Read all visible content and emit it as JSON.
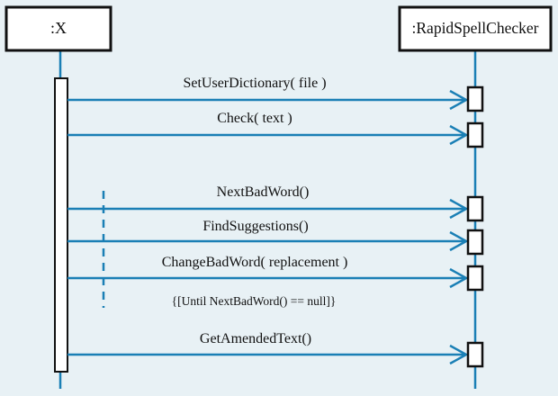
{
  "diagram": {
    "type": "sequence",
    "participants": [
      {
        "id": "x",
        "label": ":X"
      },
      {
        "id": "rsc",
        "label": ":RapidSpellChecker"
      }
    ],
    "messages": [
      {
        "id": "set-user-dictionary",
        "label": "SetUserDictionary( file )"
      },
      {
        "id": "check",
        "label": "Check( text )"
      },
      {
        "id": "next-bad-word",
        "label": "NextBadWord()"
      },
      {
        "id": "find-suggestions",
        "label": "FindSuggestions()"
      },
      {
        "id": "change-bad-word",
        "label": "ChangeBadWord( replacement )"
      },
      {
        "id": "get-amended-text",
        "label": "GetAmendedText()"
      }
    ],
    "loop_condition": "{[Until NextBadWord() == null]}",
    "colors": {
      "background": "#e8f1f5",
      "line": "#1a7fb5",
      "box_border": "#111111",
      "box_fill": "#ffffff"
    }
  }
}
